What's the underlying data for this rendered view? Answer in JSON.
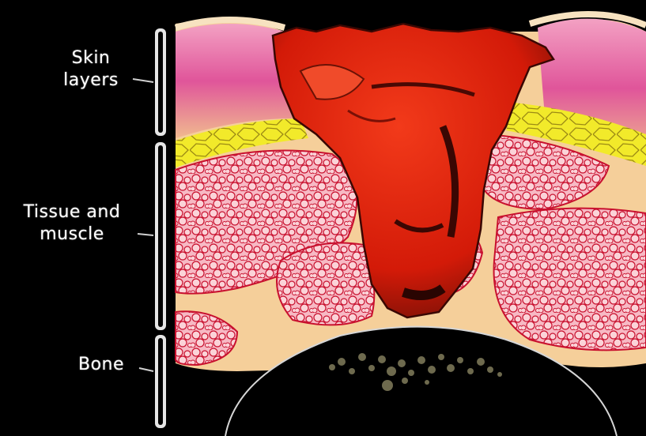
{
  "labels": {
    "skin": [
      "Skin",
      "layers"
    ],
    "tissue": [
      "Tissue and",
      "muscle"
    ],
    "bone": [
      "Bone"
    ]
  },
  "colors": {
    "skin_pink": "#e0559a",
    "skin_cream": "#f5cf9a",
    "fat_yellow": "#f2ea2a",
    "muscle_red": "#d81d3f",
    "ulcer_red": "#e31d0c",
    "ulcer_dark": "#5a0b05",
    "bone_black": "#000000",
    "bracket_gray": "#cfcfcf"
  }
}
